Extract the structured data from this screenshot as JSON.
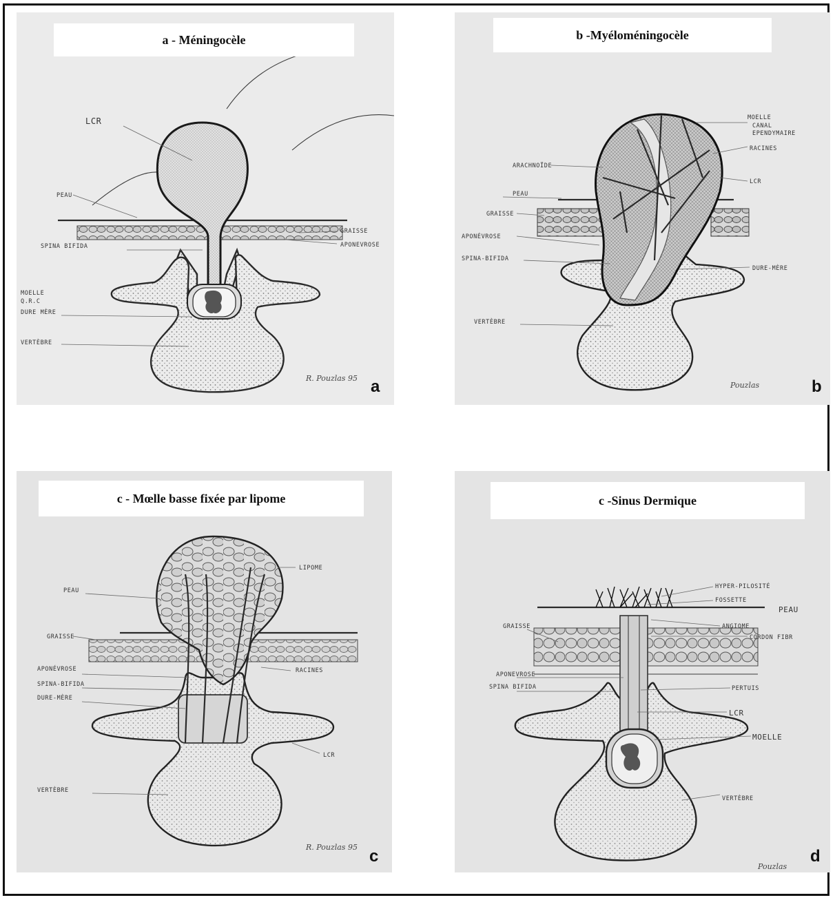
{
  "panels": [
    {
      "title": "a - Méningocèle",
      "letter": "a",
      "labels": {
        "lcr": "LCR",
        "peau": "PEAU",
        "graisse": "GRAISSE",
        "spina": "SPINA BIFIDA",
        "aponevrose": "APONEVROSE",
        "moelle1": "MOELLE",
        "moelle2": "Q.R.C",
        "dure": "DURE MÈRE",
        "vertebre": "VERTÈBRE"
      },
      "signature": "R. Pouzlas 95"
    },
    {
      "title": "b -Myéloméningocèle",
      "letter": "b",
      "labels": {
        "moelle": "MOELLE",
        "canal": "CANAL",
        "epend": "EPENDYMAIRE",
        "racines": "RACINES",
        "lcr": "LCR",
        "arachnoide": "ARACHNOÏDE",
        "peau": "PEAU",
        "graisse": "GRAISSE",
        "aponevrose": "APONÉVROSE",
        "spina": "SPINA-BIFIDA",
        "dure": "DURE-MÈRE",
        "vertebre": "VERTÈBRE"
      },
      "signature": "Pouzlas"
    },
    {
      "title": "c - Mœlle basse fixée par lipome",
      "letter": "c",
      "labels": {
        "lipome": "LIPOME",
        "peau": "PEAU",
        "graisse": "GRAISSE",
        "aponevrose": "APONÉVROSE",
        "racines": "RACINES",
        "spina": "SPINA-BIFIDA",
        "dure": "DURE-MÈRE",
        "lcr": "LCR",
        "vertebre": "VERTÈBRE"
      },
      "signature": "R. Pouzlas 95"
    },
    {
      "title": "c -Sinus Dermique",
      "letter": "d",
      "labels": {
        "hyper": "HYPER-PILOSITÉ",
        "fossette": "FOSSETTE",
        "peau": "PEAU",
        "graisse": "GRAISSE",
        "angiome": "ANGIOME",
        "cordon": "CORDON FIBR",
        "aponevrose": "APONEVROSE",
        "pertuis": "PERTUIS",
        "spina": "SPINA BIFIDA",
        "lcr": "LCR",
        "moelle": "MOELLE",
        "vertebre": "VERTÈBRE"
      },
      "signature": "Pouzlas"
    }
  ]
}
